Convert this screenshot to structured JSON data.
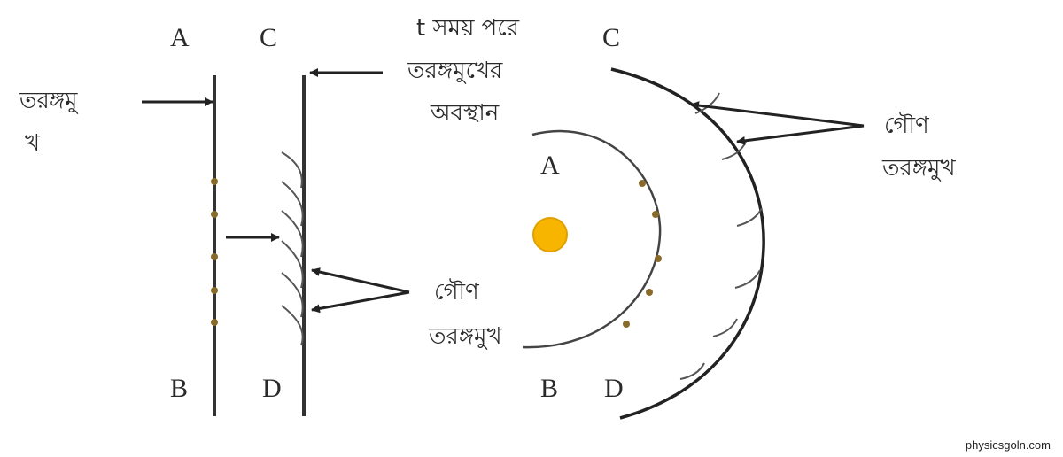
{
  "labels": {
    "plane_top_a": "A",
    "plane_top_c": "C",
    "plane_bottom_b": "B",
    "plane_bottom_d": "D",
    "sphere_top_c": "C",
    "sphere_inner_a": "A",
    "sphere_bottom_b": "B",
    "sphere_bottom_d": "D"
  },
  "annotations": {
    "wavefront_line1": "তরঙ্গমু",
    "wavefront_line2": "খ",
    "later_line1": "t সময় পরে",
    "later_line2": "তরঙ্গমুখের",
    "later_line3": "অবস্থান",
    "secondary_plane_line1": "গৌণ",
    "secondary_plane_line2": "তরঙ্গমুখ",
    "secondary_sphere_line1": "গৌণ",
    "secondary_sphere_line2": "তরঙ্গমুখ"
  },
  "colors": {
    "line": "#333333",
    "point_source": "#f7b500",
    "dot": "#8a6a2a"
  },
  "credit": "physicsgoln.com"
}
